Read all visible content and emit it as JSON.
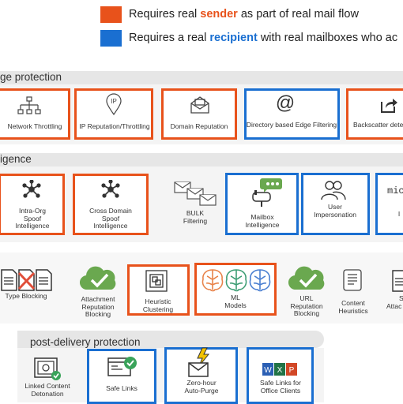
{
  "legend": {
    "sender": {
      "prefix": "Requires real ",
      "highlight": "sender",
      "suffix": " as part of real mail flow",
      "color": "#e8521b"
    },
    "recipient": {
      "prefix": "Requires a real ",
      "highlight": "recipient",
      "suffix": " with real mailboxes who ac",
      "color": "#1a6fd1"
    }
  },
  "sections": {
    "edge": "ge protection",
    "intel": "igence",
    "post": "post-delivery protection"
  },
  "edge_items": [
    {
      "label": "Network Throttling",
      "icon": "network-icon"
    },
    {
      "label": "IP Reputation/Throttling",
      "icon": "ip-icon",
      "icon_text": "IP"
    },
    {
      "label": "Domain Reputation",
      "icon": "envelope-icon"
    },
    {
      "label": "Directory based Edge Filtering",
      "icon": "at-icon",
      "icon_text": "@"
    },
    {
      "label": "Backscatter dete",
      "icon": "share-icon"
    }
  ],
  "intel_items": [
    {
      "label": "Intra-Org Spoof Intelligence",
      "lines": [
        "Intra-Org",
        "Spoof",
        "Intelligence"
      ],
      "icon": "hub-icon"
    },
    {
      "label": "Cross Domain Spoof Intelligence",
      "lines": [
        "Cross Domain",
        "Spoof",
        "Intelligence"
      ],
      "icon": "hub-icon"
    },
    {
      "label": "BULK Filtering",
      "lines": [
        "BULK",
        "Filtering"
      ],
      "icon": "bulk-mail-icon"
    },
    {
      "label": "Mailbox Intelligence",
      "lines": [
        "Mailbox",
        "Intelligence"
      ],
      "icon": "mailbox-icon"
    },
    {
      "label": "User Impersonation",
      "lines": [
        "User",
        "Impersonation"
      ],
      "icon": "users-icon"
    },
    {
      "label": "mic I",
      "lines": [
        "mic",
        "I"
      ],
      "icon": "partial-icon"
    }
  ],
  "filter_items": [
    {
      "label": "Type Blocking",
      "lines": [
        "Type Blocking"
      ],
      "icon": "file-block-icon"
    },
    {
      "label": "Attachment Reputation Blocking",
      "lines": [
        "Attachment",
        "Reputation",
        "Blocking"
      ],
      "icon": "cloud-check-icon"
    },
    {
      "label": "Heuristic Clustering",
      "lines": [
        "Heuristic",
        "Clustering"
      ],
      "icon": "cluster-icon"
    },
    {
      "label": "ML Models",
      "lines": [
        "ML",
        "Models"
      ],
      "icon": "brain-icon"
    },
    {
      "label": "URL Reputation Blocking",
      "lines": [
        "URL",
        "Reputation",
        "Blocking"
      ],
      "icon": "cloud-check-icon"
    },
    {
      "label": "Content Heuristics",
      "lines": [
        "Content",
        "Heuristics"
      ],
      "icon": "scroll-icon"
    },
    {
      "label": "S Attac",
      "lines": [
        "S",
        "Attac"
      ],
      "icon": "partial-icon"
    }
  ],
  "post_items": [
    {
      "label": "Linked Content Detonation",
      "lines": [
        "Linked Content",
        "Detonation"
      ],
      "icon": "safe-icon"
    },
    {
      "label": "Safe Links",
      "lines": [
        "Safe Links"
      ],
      "icon": "browser-check-icon"
    },
    {
      "label": "Zero-hour Auto-Purge",
      "lines": [
        "Zero-hour",
        "Auto-Purge"
      ],
      "icon": "lightning-mail-icon"
    },
    {
      "label": "Safe Links for Office Clients",
      "lines": [
        "Safe Links for",
        "Office Clients"
      ],
      "icon": "office-icon"
    }
  ]
}
